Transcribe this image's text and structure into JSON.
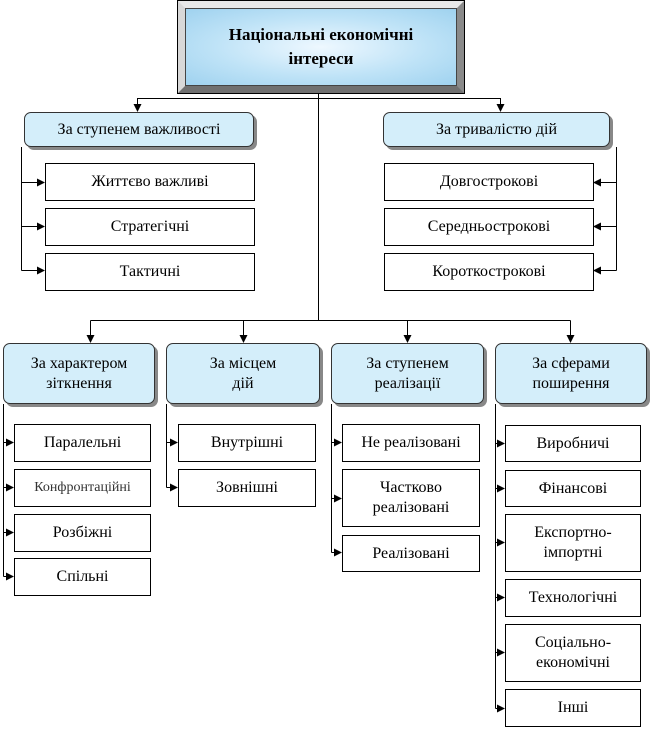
{
  "root": {
    "line1": "Національні економічні",
    "line2": "інтереси"
  },
  "categories": [
    {
      "label": "За ступенем важливості",
      "items": [
        "Життєво важливі",
        "Стратегічні",
        "Тактичні"
      ]
    },
    {
      "label": "За тривалістю дій",
      "items": [
        "Довгострокові",
        "Середньострокові",
        "Короткострокові"
      ]
    },
    {
      "line1": "За характером",
      "line2": "зіткнення",
      "items": [
        "Паралельні",
        "Конфронтаційні",
        "Розбіжні",
        "Спільні"
      ]
    },
    {
      "line1": "За місцем",
      "line2": "дій",
      "items": [
        "Внутрішні",
        "Зовнішні"
      ]
    },
    {
      "line1": "За ступенем",
      "line2": "реалізації",
      "items": [
        "Не реалізовані",
        "Частково",
        "реалізовані",
        "Реалізовані"
      ]
    },
    {
      "line1": "За сферами",
      "line2": "поширення",
      "items": [
        "Виробничі",
        "Фінансові",
        "Експортно-",
        "імпортні",
        "Технологічні",
        "Соціально-",
        "економічні",
        "Інші"
      ]
    }
  ]
}
